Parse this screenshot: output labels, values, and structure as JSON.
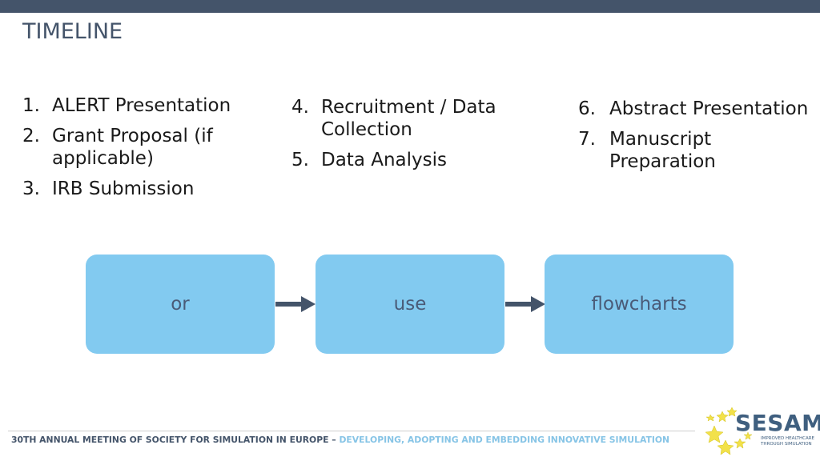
{
  "title": "TIMELINE",
  "columns": [
    [
      {
        "num": "1.",
        "text": "ALERT Presentation"
      },
      {
        "num": "2.",
        "text": "Grant Proposal (if applicable)"
      },
      {
        "num": "3.",
        "text": "IRB Submission"
      }
    ],
    [
      {
        "num": "4.",
        "text": "Recruitment / Data Collection"
      },
      {
        "num": "5.",
        "text": "Data Analysis"
      }
    ],
    [
      {
        "num": "6.",
        "text": "Abstract Presentation"
      },
      {
        "num": "7.",
        "text": "Manuscript Preparation"
      }
    ]
  ],
  "flow": {
    "nodes": [
      "or",
      "use",
      "flowcharts"
    ]
  },
  "footer": {
    "part1": "30TH ANNUAL MEETING OF SOCIETY FOR SIMULATION IN EUROPE – ",
    "part2": "DEVELOPING, ADOPTING AND EMBEDDING INNOVATIVE SIMULATION"
  },
  "logo": {
    "name": "SESAM",
    "tagline_line1": "IMPROVED HEALTHCARE",
    "tagline_line2": "THROUGH SIMULATION"
  },
  "colors": {
    "header_bar": "#44546a",
    "box_fill": "#82caf0",
    "box_text": "#4a5b78",
    "arrow": "#44546a",
    "footer_dark": "#44546a",
    "footer_light": "#86c4e6",
    "star": "#f2e14a"
  }
}
